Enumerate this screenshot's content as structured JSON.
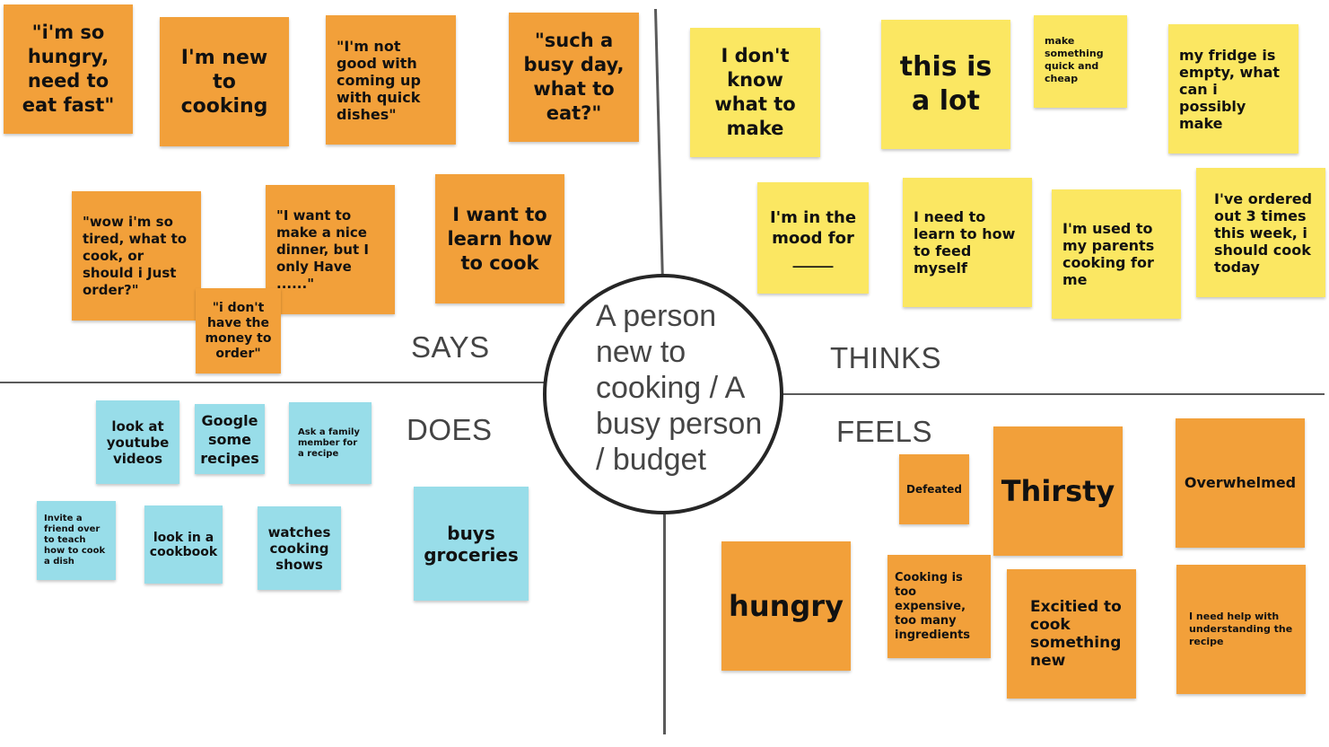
{
  "colors": {
    "orange": "#f2a03a",
    "yellow": "#fbe762",
    "blue": "#98dde9",
    "line": "#5a5a5a"
  },
  "center": {
    "text": "A person new to cooking / A busy person / budget"
  },
  "quadrants": {
    "says": "SAYS",
    "thinks": "THINKS",
    "does": "DOES",
    "feels": "FEELS"
  },
  "says": [
    "\"i'm so hungry, need to eat fast\"",
    "I'm new to cooking",
    "\"I'm not good with coming up with quick dishes\"",
    "\"such a busy day, what to eat?\"",
    "\"wow i'm so tired, what to cook, or should i Just order?\"",
    "\"I want to make a nice dinner, but I only Have ......\"",
    "I want to learn how to cook",
    "\"i don't have the money to order\""
  ],
  "thinks": [
    "I don't know what to make",
    "this is a lot",
    "make something quick and cheap",
    "my fridge is empty, what can i possibly make",
    "I'm in the mood for _____",
    "I need to learn to how to feed myself",
    "I'm used to my parents cooking for me",
    "I've ordered out 3 times this week, i should cook today"
  ],
  "does": [
    "look at youtube videos",
    "Google some recipes",
    "Ask a family member for a recipe",
    "Invite a friend over to teach how to cook a dish",
    "look in a cookbook",
    "watches cooking shows",
    "buys groceries"
  ],
  "feels": [
    "Defeated",
    "Thirsty",
    "Overwhelmed",
    "hungry",
    "Cooking is too expensive, too many ingredients",
    "Excitied to cook something new",
    "I need help with understanding  the recipe"
  ]
}
